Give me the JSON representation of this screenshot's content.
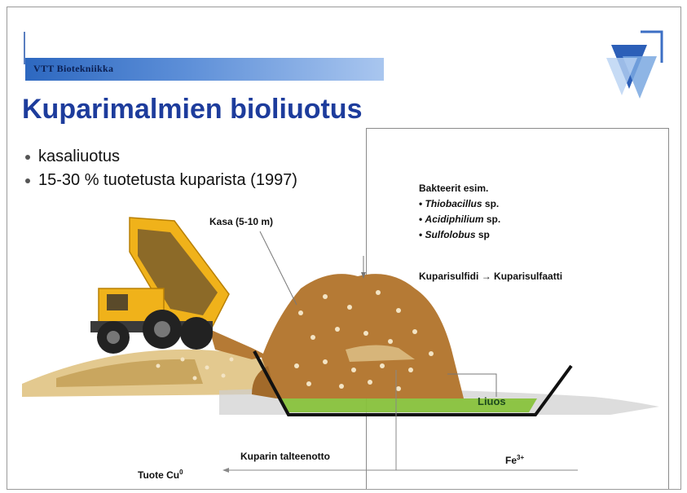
{
  "header": {
    "band_label": "VTT Biotekniikka"
  },
  "title": "Kuparimalmien bioliuotus",
  "bullets": [
    "kasaliuotus",
    "15-30 %  tuotetusta kuparista (1997)"
  ],
  "labels": {
    "kasa": "Kasa (5-10 m)",
    "bacteria_heading": "Bakteerit esim.",
    "bacteria": [
      {
        "genus": "Thiobacillus",
        "suffix": " sp."
      },
      {
        "genus": "Acidiphilium",
        "suffix": " sp."
      },
      {
        "genus": "Sulfolobus",
        "suffix": " sp"
      }
    ],
    "reaction_from": "Kuparisulfidi",
    "reaction_arrow": "→",
    "reaction_to": "Kuparisulfaatti",
    "liuos": "Liuos",
    "recovery": "Kuparin talteenotto",
    "product": "Tuote Cu",
    "product_sup": "0",
    "iron": "Fe",
    "iron_sup": "3+"
  },
  "colors": {
    "title": "#1d3c9c",
    "band_start": "#2d68c0",
    "truck": "#f0b21a",
    "ore": "#b57a35",
    "solution": "#7fc02a",
    "sand": "#e3c98f"
  },
  "icons": {
    "logo": "vtt-triangle-logo-icon"
  }
}
